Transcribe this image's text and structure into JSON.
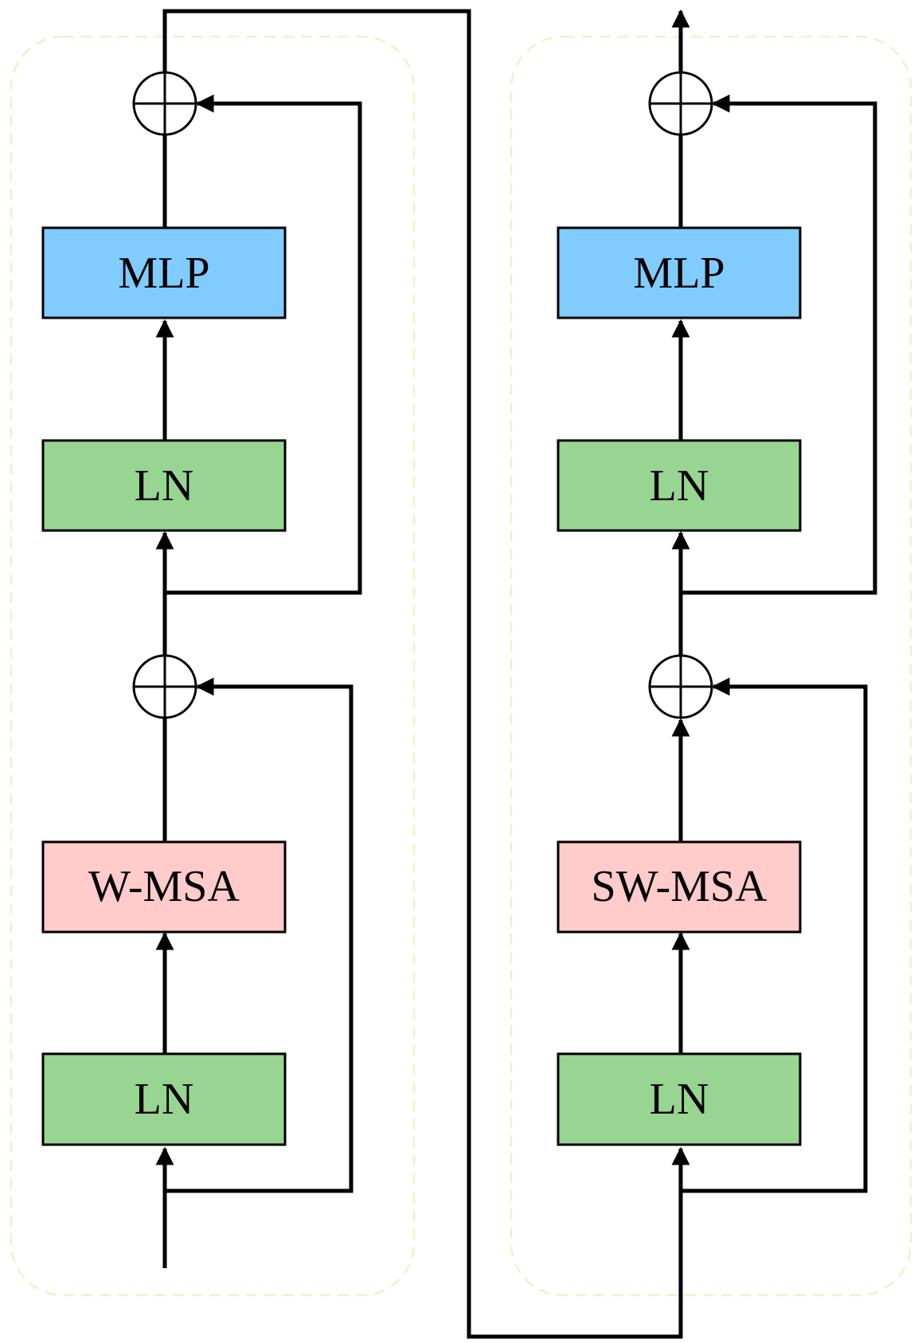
{
  "colors": {
    "mlp": "#80ccff",
    "ln": "#99d592",
    "attention": "#ffcbcb",
    "panel_border": "#f3f0c8",
    "line": "#000000"
  },
  "left_block": {
    "ln_bottom": "LN",
    "attention": "W-MSA",
    "ln_top": "LN",
    "mlp": "MLP"
  },
  "right_block": {
    "ln_bottom": "LN",
    "attention": "SW-MSA",
    "ln_top": "LN",
    "mlp": "MLP"
  }
}
